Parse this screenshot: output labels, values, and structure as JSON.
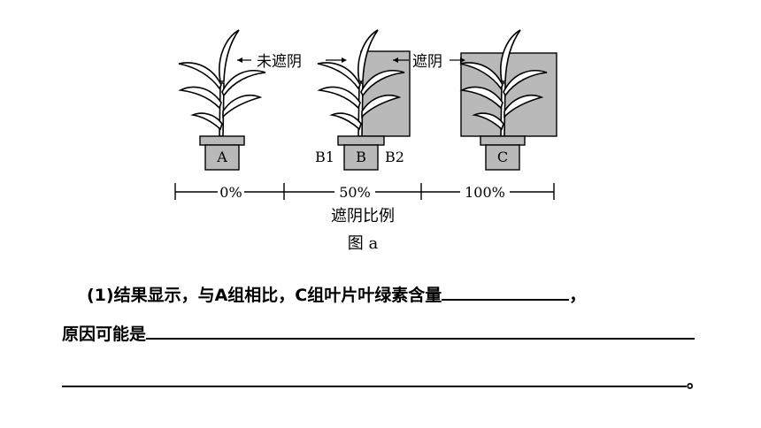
{
  "figure": {
    "labels": {
      "unshaded": "未遮阴",
      "shaded": "遮阴",
      "pot_a": "A",
      "pot_b": "B",
      "b1": "B1",
      "b2": "B2",
      "pot_c": "C",
      "scale_0": "0%",
      "scale_50": "50%",
      "scale_100": "100%",
      "axis_title": "遮阴比例",
      "caption": "图 a"
    },
    "colors": {
      "shade_fill": "#b9b9b9",
      "pot_fill": "#b9b9b9",
      "leaf_fill": "#ffffff",
      "leaf_stroke": "#000000"
    }
  },
  "question": {
    "line1_text": "(1)结果显示，与A组相比，C组叶片叶绿素含量",
    "line1_end": "，",
    "line2_text": "原因可能是",
    "line3_end": "。"
  }
}
